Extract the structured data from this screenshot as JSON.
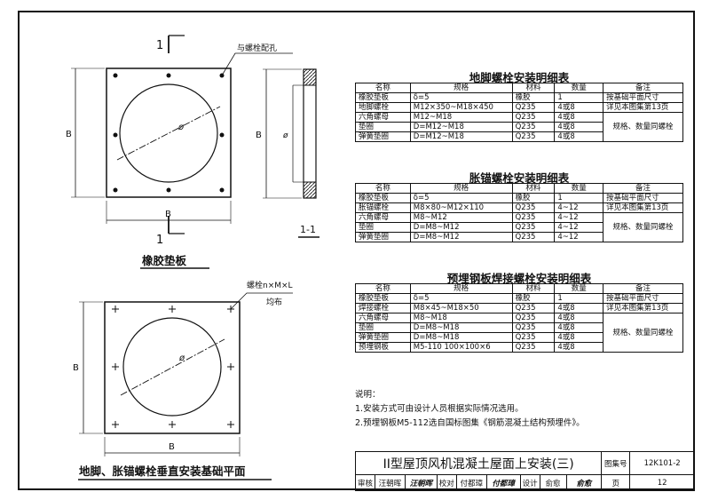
{
  "drawings": {
    "rubber_pad_plan": {
      "title": "橡胶垫板",
      "leader_note": "与螺栓配孔",
      "dim_b_left": "B",
      "dim_b_bottom": "B",
      "diameter": "ø",
      "section_mark_top": "1",
      "section_mark_bottom": "1"
    },
    "section_1_1": {
      "label": "1-1",
      "dim_b": "B",
      "diameter": "ø"
    },
    "foundation_plan": {
      "title": "地脚、胀锚螺栓垂直安装基础平面",
      "leader_note_line1": "螺栓n×M×L",
      "leader_note_line2": "均布",
      "dim_b_left": "B",
      "dim_b_bottom": "B",
      "diameter": "ø"
    }
  },
  "table1": {
    "title": "地脚螺栓安装明细表",
    "headers": [
      "名称",
      "规格",
      "材料",
      "数量",
      "备注"
    ],
    "rows": [
      [
        "橡胶垫板",
        "δ=5",
        "橡胶",
        "1",
        "按基础平面尺寸"
      ],
      [
        "地脚螺栓",
        "M12×350~M18×450",
        "Q235",
        "4或8",
        "详见本图集第13页"
      ],
      [
        "六角螺母",
        "M12~M18",
        "Q235",
        "4或8",
        ""
      ],
      [
        "垫圈",
        "D=M12~M18",
        "Q235",
        "4或8",
        ""
      ],
      [
        "弹簧垫圈",
        "D=M12~M18",
        "Q235",
        "4或8",
        ""
      ]
    ],
    "merged_note": "规格、数量同螺栓"
  },
  "table2": {
    "title": "胀锚螺栓安装明细表",
    "headers": [
      "名称",
      "规格",
      "材料",
      "数量",
      "备注"
    ],
    "rows": [
      [
        "橡胶垫板",
        "δ=5",
        "橡胶",
        "1",
        "按基础平面尺寸"
      ],
      [
        "胀锚螺栓",
        "M8×80~M12×110",
        "Q235",
        "4~12",
        "详见本图集第13页"
      ],
      [
        "六角螺母",
        "M8~M12",
        "Q235",
        "4~12",
        ""
      ],
      [
        "垫圈",
        "D=M8~M12",
        "Q235",
        "4~12",
        ""
      ],
      [
        "弹簧垫圈",
        "D=M8~M12",
        "Q235",
        "4~12",
        ""
      ]
    ],
    "merged_note": "规格、数量同螺栓"
  },
  "table3": {
    "title": "预埋钢板焊接螺栓安装明细表",
    "headers": [
      "名称",
      "规格",
      "材料",
      "数量",
      "备注"
    ],
    "rows": [
      [
        "橡胶垫板",
        "δ=5",
        "橡胶",
        "1",
        "按基础平面尺寸"
      ],
      [
        "焊接螺栓",
        "M8×45~M18×50",
        "Q235",
        "4或8",
        "详见本图集第13页"
      ],
      [
        "六角螺母",
        "M8~M18",
        "Q235",
        "4或8",
        ""
      ],
      [
        "垫圈",
        "D=M8~M18",
        "Q235",
        "4或8",
        ""
      ],
      [
        "弹簧垫圈",
        "D=M8~M18",
        "Q235",
        "4或8",
        ""
      ],
      [
        "预埋钢板",
        "M5-110 100×100×6",
        "Q235",
        "4或8",
        ""
      ]
    ],
    "merged_note": "规格、数量同螺栓"
  },
  "notes": {
    "heading": "说明：",
    "items": [
      "1.安装方式可由设计人员根据实际情况选用。",
      "2.预埋钢板M5-112选自国标图集《钢筋混凝土结构预埋件》。"
    ]
  },
  "title_block": {
    "drawing_title": "II型屋顶风机混凝土屋面上安装(三)",
    "atlas_label": "图集号",
    "atlas_no": "12K101-2",
    "review_label": "审核",
    "reviewer": "汪朝晖",
    "reviewer_signature": "汪朝晖",
    "check_label": "校对",
    "checker": "付都璋",
    "checker_signature": "付都璋",
    "design_label": "设计",
    "designer": "俞愈",
    "designer_signature": "俞愈",
    "page_label": "页",
    "page_no": "12"
  }
}
